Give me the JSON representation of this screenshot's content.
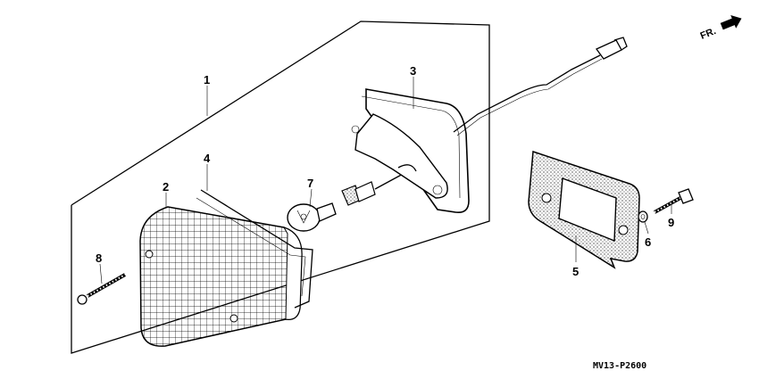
{
  "diagram": {
    "drawing_code": "MV13-P2600",
    "direction_label": "FR.",
    "callouts": [
      {
        "id": "1",
        "part": "taillight-assembly"
      },
      {
        "id": "2",
        "part": "taillight-lens"
      },
      {
        "id": "3",
        "part": "taillight-base"
      },
      {
        "id": "4",
        "part": "lens-gasket"
      },
      {
        "id": "5",
        "part": "base-gasket"
      },
      {
        "id": "6",
        "part": "collar"
      },
      {
        "id": "7",
        "part": "bulb"
      },
      {
        "id": "8",
        "part": "lens-screw"
      },
      {
        "id": "9",
        "part": "mounting-bolt"
      }
    ]
  }
}
